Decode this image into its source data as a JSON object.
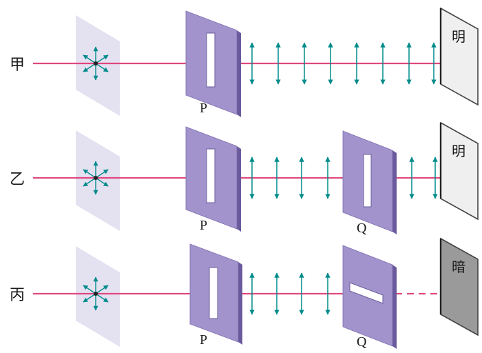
{
  "colors": {
    "beam": "#e0477f",
    "arrow": "#008b8b",
    "polarizer_face": "#a393cc",
    "polarizer_side": "#6a5a9c",
    "source_plate": "#e4e1f1",
    "screen_bright": "#efefef",
    "screen_dark": "#9a9a9a",
    "screen_side": "#444444"
  },
  "rows": [
    {
      "label": "甲",
      "polarizers": [
        {
          "label": "P",
          "slit": "vertical"
        }
      ],
      "screen_text": "明",
      "screen_state": "bright",
      "beam_after_last": "solid"
    },
    {
      "label": "乙",
      "polarizers": [
        {
          "label": "P",
          "slit": "vertical"
        },
        {
          "label": "Q",
          "slit": "vertical"
        }
      ],
      "screen_text": "明",
      "screen_state": "bright",
      "beam_after_last": "solid"
    },
    {
      "label": "丙",
      "polarizers": [
        {
          "label": "P",
          "slit": "vertical"
        },
        {
          "label": "Q",
          "slit": "horizontal"
        }
      ],
      "screen_text": "暗",
      "screen_state": "dark",
      "beam_after_last": "dashed"
    }
  ]
}
